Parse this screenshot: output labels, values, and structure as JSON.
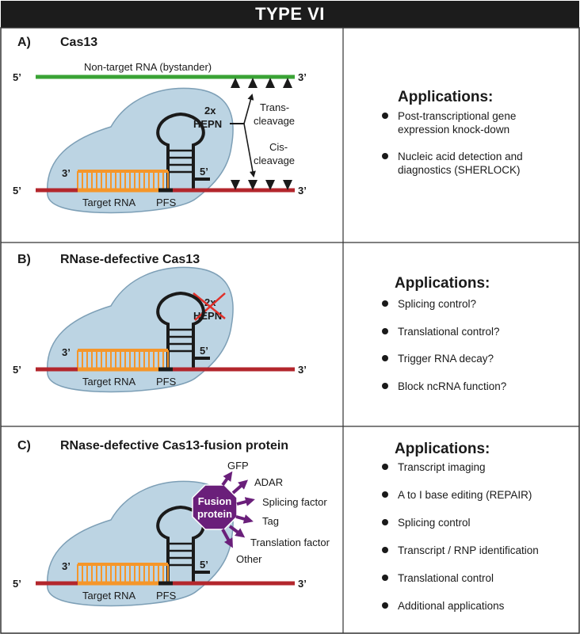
{
  "header": {
    "title": "TYPE VI"
  },
  "panels": {
    "a": {
      "letter": "A)",
      "title": "Cas13",
      "nontarget_label": "Non-target RNA (bystander)",
      "five_prime": "5’",
      "three_prime": "3’",
      "hepn_count": "2x",
      "hepn_label": "HEPN",
      "trans_1": "Trans-",
      "trans_2": "cleavage",
      "cis_1": "Cis-",
      "cis_2": "cleavage",
      "target_rna": "Target RNA",
      "pfs": "PFS",
      "apps_title": "Applications:",
      "apps": [
        "Post-transcriptional gene",
        "expression knock-down",
        "Nucleic acid detection and",
        "diagnostics (SHERLOCK)"
      ]
    },
    "b": {
      "letter": "B)",
      "title": "RNase-defective Cas13",
      "five_prime": "5’",
      "three_prime": "3’",
      "hepn_count": "2x",
      "hepn_label": "HEPN",
      "target_rna": "Target RNA",
      "pfs": "PFS",
      "apps_title": "Applications:",
      "apps": [
        "Splicing control?",
        "Translational control?",
        "Trigger RNA decay?",
        "Block ncRNA function?"
      ]
    },
    "c": {
      "letter": "C)",
      "title": "RNase-defective Cas13-fusion protein",
      "five_prime": "5’",
      "three_prime": "3’",
      "fusion_1": "Fusion",
      "fusion_2": "protein",
      "effectors": [
        "GFP",
        "ADAR",
        "Splicing factor",
        "Tag",
        "Translation factor",
        "Other"
      ],
      "target_rna": "Target RNA",
      "pfs": "PFS",
      "apps_title": "Applications:",
      "apps": [
        "Transcript imaging",
        "A to I base editing (REPAIR)",
        "Splicing control",
        "Transcript / RNP identification",
        "Translational control",
        "Additional applications"
      ]
    }
  },
  "colors": {
    "blob": "#bcd4e3",
    "nontarget_rna": "#3aa335",
    "target_strand": "#b3262c",
    "crrna": "#f5962a",
    "fusion": "#6a1f7a",
    "cross": "#e0302a"
  }
}
